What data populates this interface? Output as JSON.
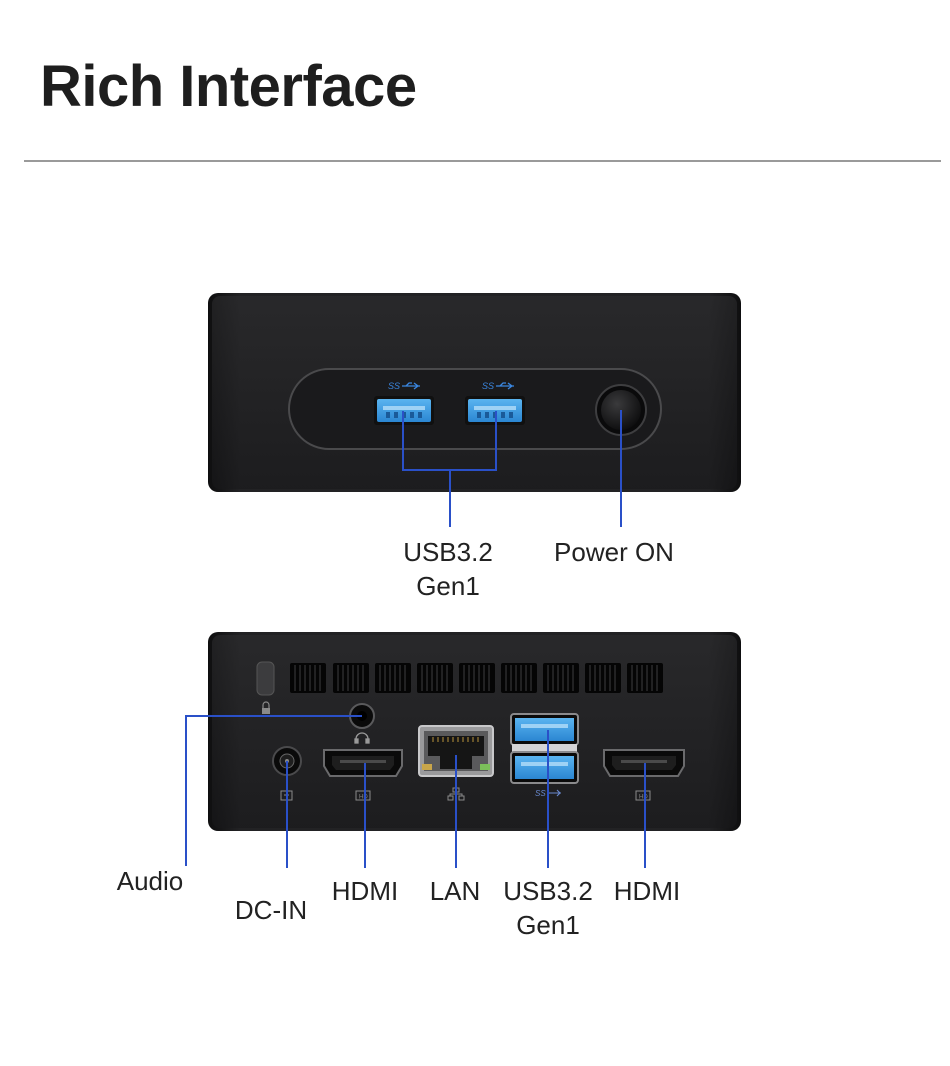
{
  "header": {
    "title": "Rich Interface"
  },
  "front_panel": {
    "labels": {
      "usb": "USB3.2 Gen1",
      "power": "Power ON"
    }
  },
  "rear_panel": {
    "labels": {
      "audio": "Audio",
      "dc_in": "DC-IN",
      "hdmi_1": "HDMI",
      "lan": "LAN",
      "usb": "USB3.2 Gen1",
      "hdmi_2": "HDMI"
    }
  },
  "colors": {
    "case": "#1c1c1e",
    "leader_line": "#2a50c8",
    "usb_port": "#3aa0e8"
  },
  "icons": [
    "ss-usb-icon",
    "headphone-icon",
    "hdmi-icon",
    "network-icon",
    "dc-power-icon",
    "lock-icon"
  ]
}
